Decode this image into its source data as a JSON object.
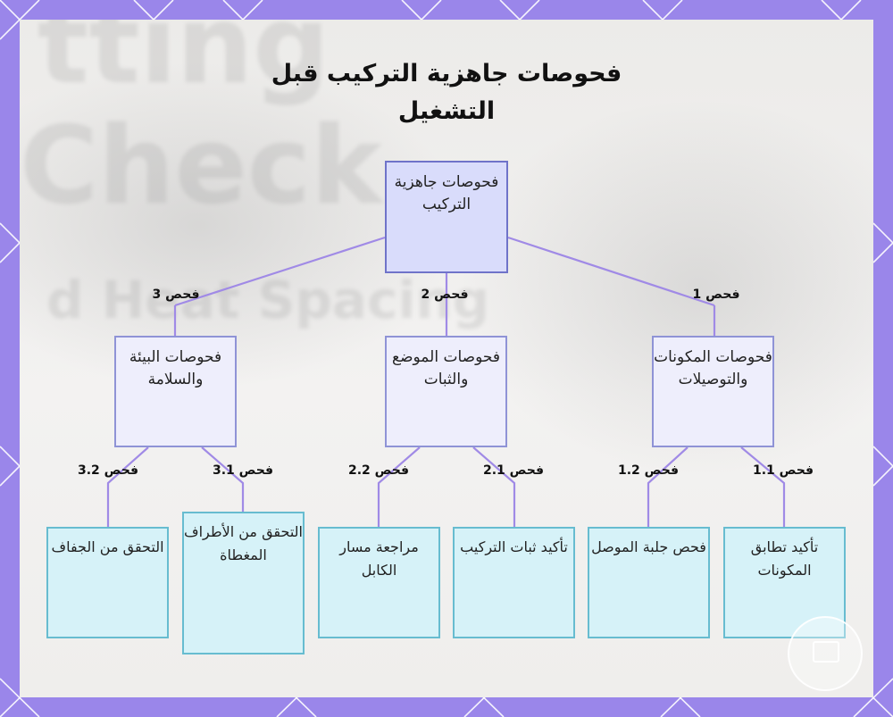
{
  "title": "فحوصات جاهزية التركيب قبل التشغيل",
  "root": {
    "label": "فحوصات جاهزية التركيب"
  },
  "categories": [
    {
      "label": "فحوصات المكونات والتوصيلات",
      "edge": "فحص 1"
    },
    {
      "label": "فحوصات الموضع والثبات",
      "edge": "فحص 2"
    },
    {
      "label": "فحوصات البيئة والسلامة",
      "edge": "فحص 3"
    }
  ],
  "leaves": [
    {
      "label": "تأكيد تطابق المكونات",
      "edge": "فحص 1.1"
    },
    {
      "label": "فحص جلبة الموصل",
      "edge": "فحص 1.2"
    },
    {
      "label": "تأكيد ثبات التركيب",
      "edge": "فحص 2.1"
    },
    {
      "label": "مراجعة مسار الكابل",
      "edge": "فحص 2.2"
    },
    {
      "label": "التحقق من الأطراف المغطاة",
      "edge": "فحص 3.1"
    },
    {
      "label": "التحقق من الجفاف",
      "edge": "فحص 3.2"
    }
  ],
  "colors": {
    "frame": "#9a86ea",
    "connector": "#a08ae6",
    "root_fill": "#d9dcfb",
    "category_fill": "#eeeefc",
    "leaf_fill": "#d6f2f8",
    "leaf_border": "#67bcd0"
  },
  "icons": {
    "watermark": "logo-badge-icon"
  }
}
